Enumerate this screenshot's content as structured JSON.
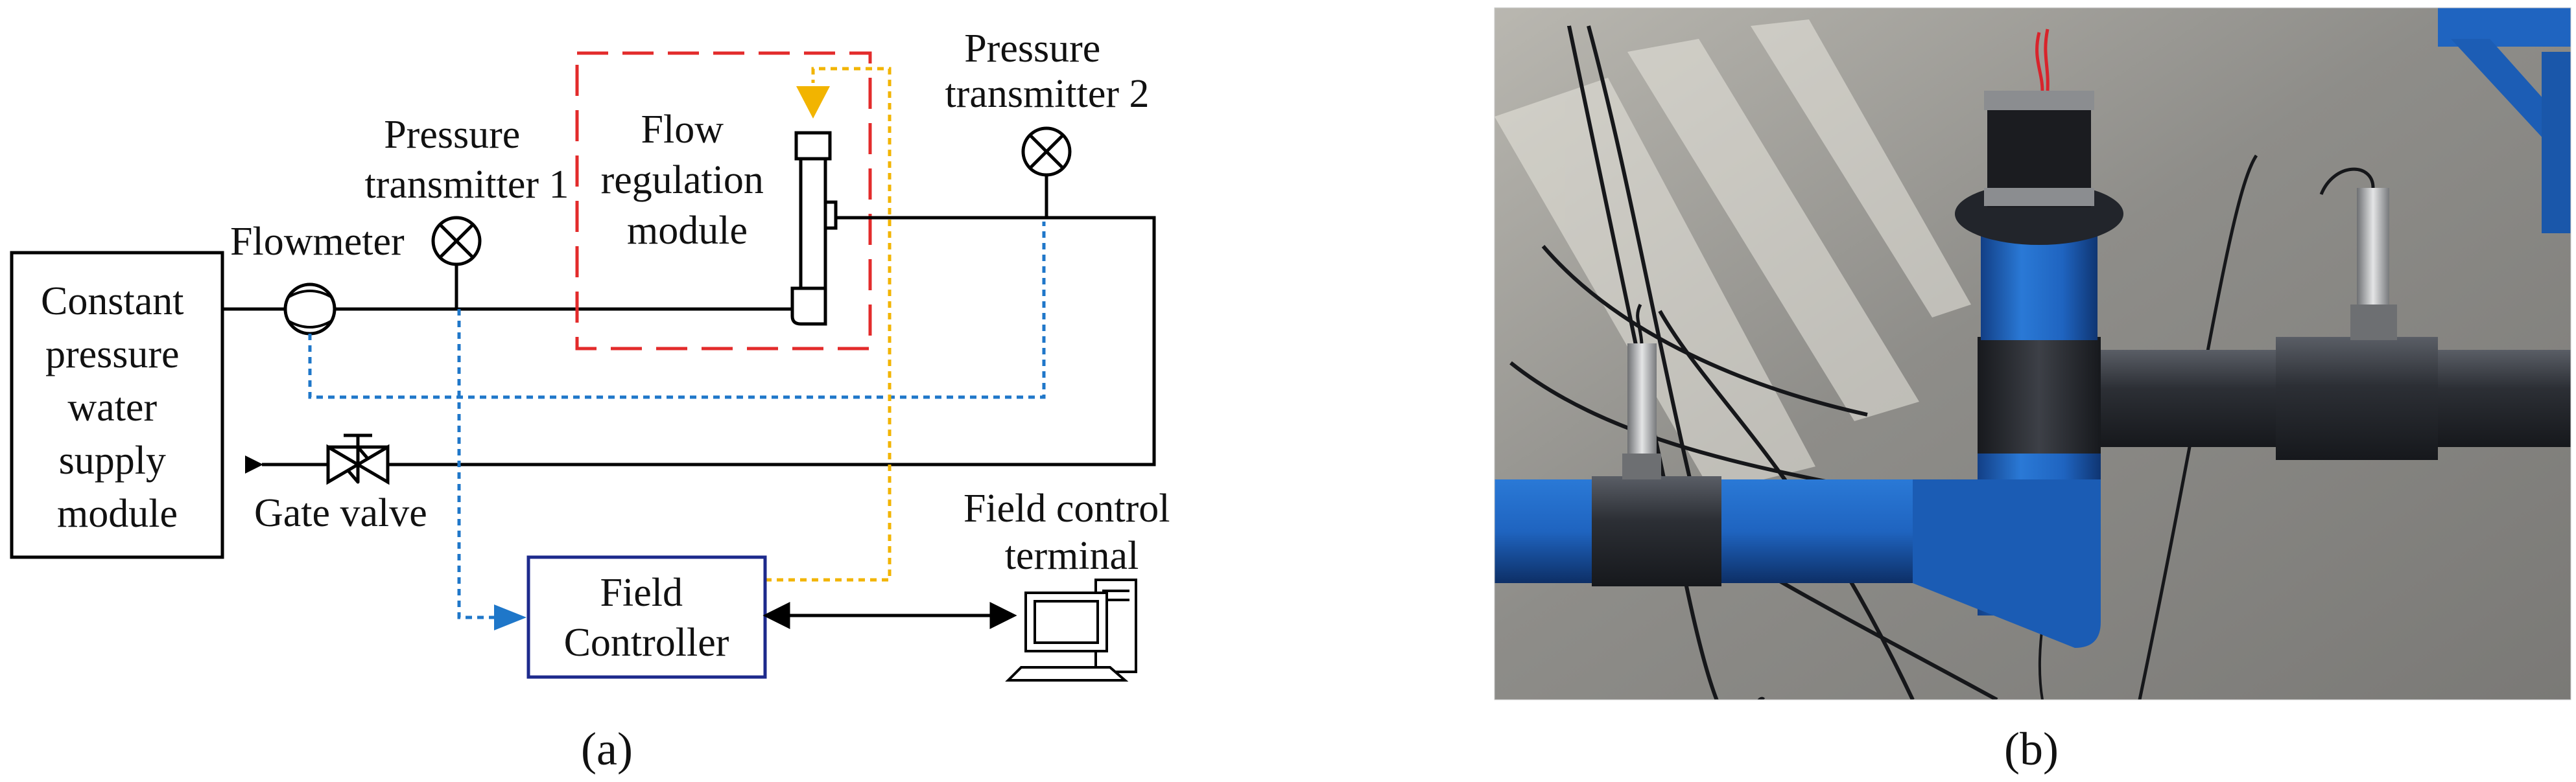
{
  "panel_a": {
    "caption": "(a)",
    "supply_module": [
      "Constant",
      "pressure",
      "water",
      "supply",
      "module"
    ],
    "flowmeter": "Flowmeter",
    "pressure_transmitter_1": [
      "Pressure",
      "transmitter 1"
    ],
    "flow_regulation_module": [
      "Flow",
      "regulation",
      "module"
    ],
    "pressure_transmitter_2": [
      "Pressure",
      "transmitter 2"
    ],
    "gate_valve": "Gate valve",
    "field_controller": [
      "Field",
      "Controller"
    ],
    "field_control_terminal": [
      "Field control",
      "terminal"
    ]
  },
  "panel_b": {
    "caption": "(b)"
  },
  "colors": {
    "pipe": "#000000",
    "signal_blue": "#1f77c9",
    "signal_yellow": "#f2b400",
    "module_border_red": "#e32b2b",
    "controller_border": "#1d2a8c",
    "pvc_blue": "#1f68c6",
    "black_pipe": "#2a2d33",
    "floor": "#8a8a87"
  }
}
